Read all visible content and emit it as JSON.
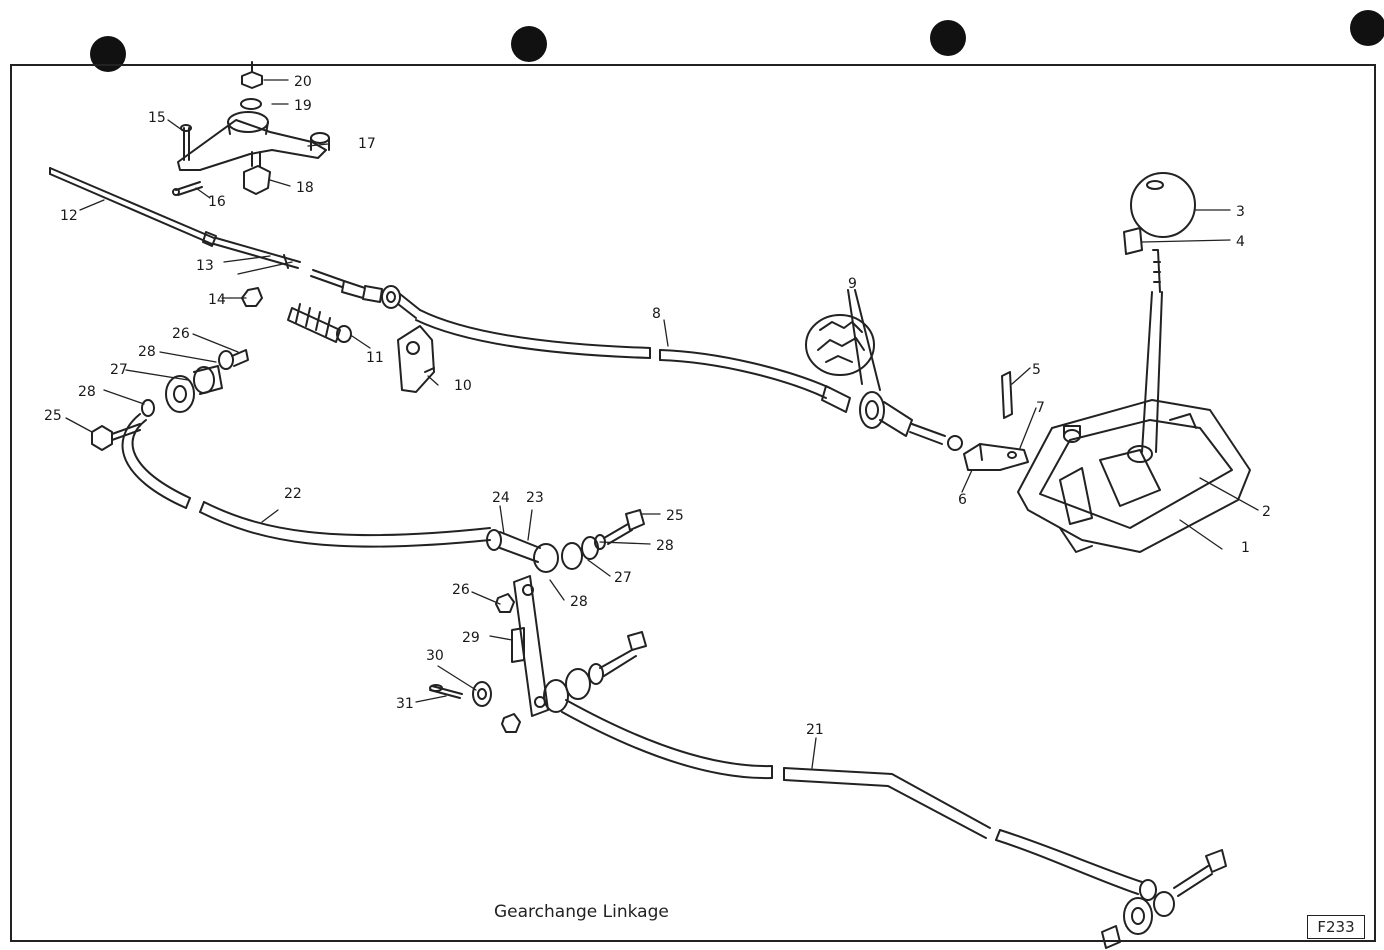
{
  "caption": "Gearchange Linkage",
  "figure_ref": "F233",
  "part_numbers": [
    "1",
    "2",
    "3",
    "4",
    "5",
    "6",
    "7",
    "8",
    "9",
    "10",
    "11",
    "12",
    "13",
    "14",
    "15",
    "16",
    "17",
    "18",
    "19",
    "20",
    "21",
    "22",
    "23",
    "24",
    "25",
    "25",
    "26",
    "26",
    "27",
    "27",
    "28",
    "28",
    "28",
    "28",
    "29",
    "30",
    "31"
  ]
}
